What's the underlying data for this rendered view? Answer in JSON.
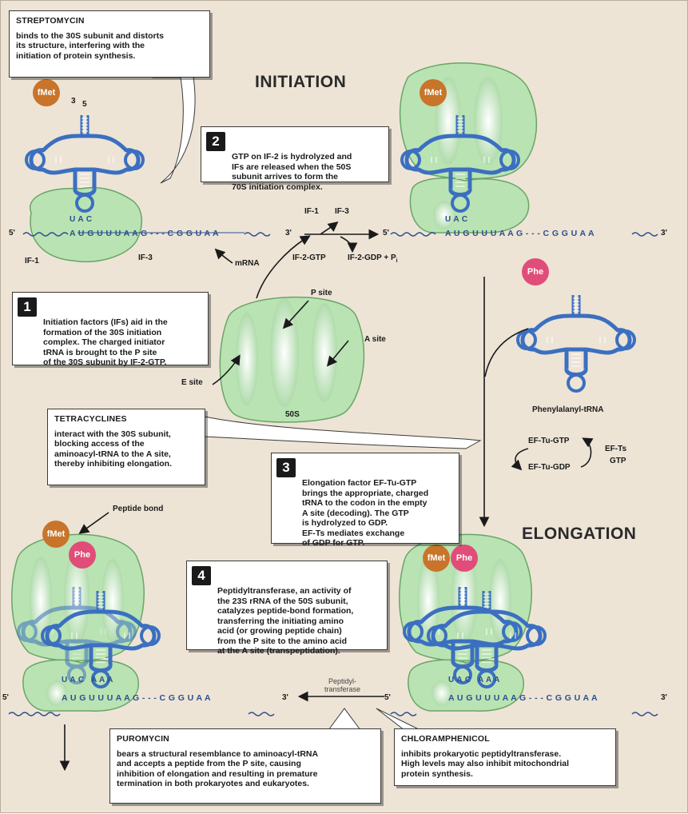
{
  "headings": {
    "initiation": "INITIATION",
    "elongation": "ELONGATION"
  },
  "streptomycin": {
    "title": "STREPTOMYCIN",
    "body": "binds to the 30S subunit and distorts\nits structure, interfering with the\ninitiation of protein synthesis."
  },
  "step1": {
    "number": "1",
    "text": "Initiation factors (IFs) aid in the\nformation of the 30S initiation\ncomplex. The charged initiator\ntRNA is brought to the P site\nof the 30S subunit by IF-2-GTP."
  },
  "step2": {
    "number": "2",
    "text": "GTP on IF-2 is hydrolyzed and\nIFs are released when the 50S\nsubunit arrives to form the\n70S initiation complex."
  },
  "step3": {
    "number": "3",
    "text": "Elongation factor EF-Tu-GTP\nbrings the appropriate, charged\ntRNA to the codon in the empty\nA site (decoding). The GTP\nis hydrolyzed to GDP.\nEF-Ts mediates exchange\nof GDP for GTP."
  },
  "step4": {
    "number": "4",
    "text": "Peptidyltransferase, an activity of\nthe 23S rRNA of the 50S subunit,\ncatalyzes peptide-bond formation,\ntransferring the initiating amino\nacid (or growing peptide chain)\nfrom the P site to the amino acid\nat the A site (transpeptidation)."
  },
  "tetracyclines": {
    "title": "TETRACYCLINES",
    "body": "interact with the 30S subunit,\nblocking access of the\naminoacyl-tRNA to the A site,\nthereby inhibiting elongation."
  },
  "puromycin": {
    "title": "PUROMYCIN",
    "body": "bears a structural resemblance to aminoacyl-tRNA\nand accepts a peptide from the P site, causing\ninhibition of elongation and resulting in premature\ntermination in both prokaryotes and eukaryotes."
  },
  "chloramphenicol": {
    "title": "CHLORAMPHENICOL",
    "body": "inhibits prokaryotic peptidyltransferase.\nHigh levels may also inhibit mitochondrial\nprotein synthesis."
  },
  "labels": {
    "if1": "IF-1",
    "if3": "IF-3",
    "mrna": "mRNA",
    "if1_released": "IF-1",
    "if3_released": "IF-3",
    "if2gtp": "IF-2-GTP",
    "if2gdp": "IF-2-GDP + P",
    "psite": "P site",
    "asite": "A site",
    "esite": "E site",
    "s50": "50S",
    "phe_trna": "Phenylalanyl-tRNA",
    "eftu_gtp": "EF-Tu-GTP",
    "eftu_gdp": "EF-Tu-GDP",
    "efts": "EF-Ts",
    "gtp": "GTP",
    "peptide_bond": "Peptide bond",
    "peptidyl_transferase": "Peptidyl-\ntransferase",
    "five_prime": "5'",
    "three_prime": "3'",
    "three": "3",
    "five": "5"
  },
  "amino_acids": {
    "fmet": "fMet",
    "phe": "Phe"
  },
  "anticodons": {
    "uac": "U A C",
    "aaa": "A A A"
  },
  "mrna_seq": {
    "tl": "A U G U U U A A G - - - C G G U A A",
    "tr": "A U G U U U A A G - - - C G G U A A",
    "bl": "A U G U U U A A G - - - C G G U A A",
    "br": "A U G U U U A A G - - - C G G U A A"
  },
  "colors": {
    "background": "#ede4d6",
    "ribosome": "#b9e3b3",
    "trna": "#3b6fc0",
    "fmet": "#c8742a",
    "phe": "#e04d78"
  }
}
